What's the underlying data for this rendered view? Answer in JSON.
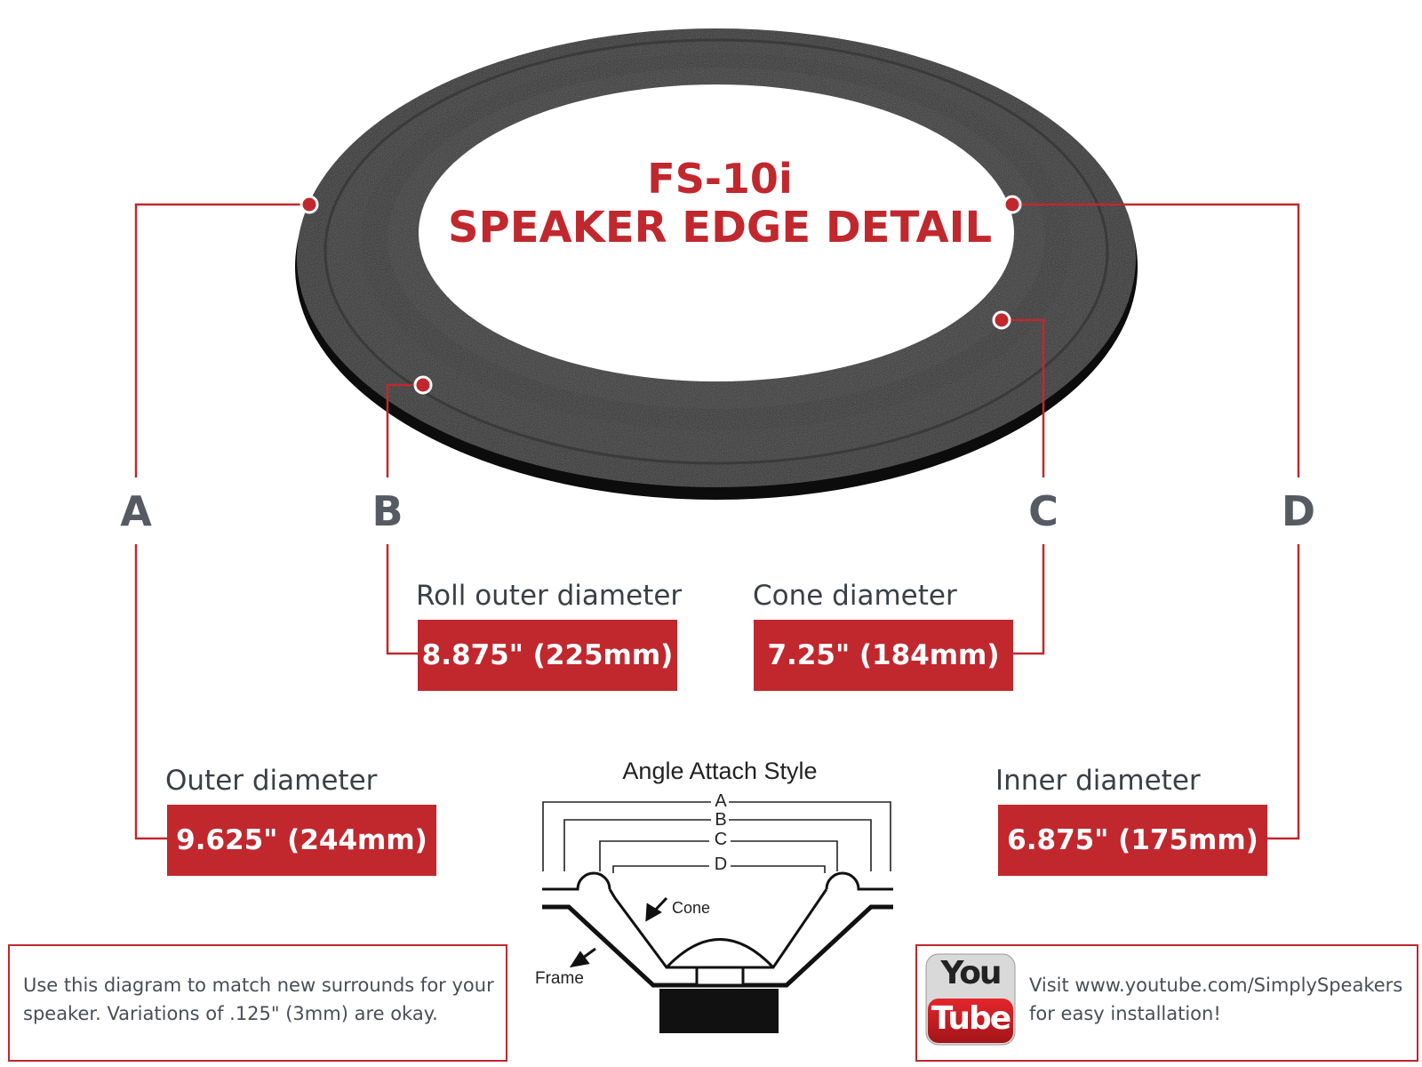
{
  "title": {
    "model": "FS-10i",
    "subtitle": "SPEAKER EDGE DETAIL"
  },
  "dimensions": [
    {
      "letter": "A",
      "label": "Outer diameter",
      "value": "9.625\" (244mm)"
    },
    {
      "letter": "B",
      "label": "Roll outer diameter",
      "value": "8.875\" (225mm)"
    },
    {
      "letter": "C",
      "label": "Cone diameter",
      "value": "7.25\" (184mm)"
    },
    {
      "letter": "D",
      "label": "Inner diameter",
      "value": "6.875\" (175mm)"
    }
  ],
  "cross_section": {
    "title": "Angle Attach Style",
    "letters": [
      "A",
      "B",
      "C",
      "D"
    ],
    "cone_label": "Cone",
    "frame_label": "Frame"
  },
  "note": {
    "line1": "Use this diagram to match new surrounds for your",
    "line2": "speaker. Variations of .125\" (3mm) are okay."
  },
  "youtube": {
    "logo_top": "You",
    "logo_bottom": "Tube",
    "line1": "Visit www.youtube.com/SimplySpeakers",
    "line2": "for easy installation!"
  },
  "colors": {
    "accent": "#c0282e",
    "foam": "#1e1e1e",
    "letters": "#555a63"
  }
}
